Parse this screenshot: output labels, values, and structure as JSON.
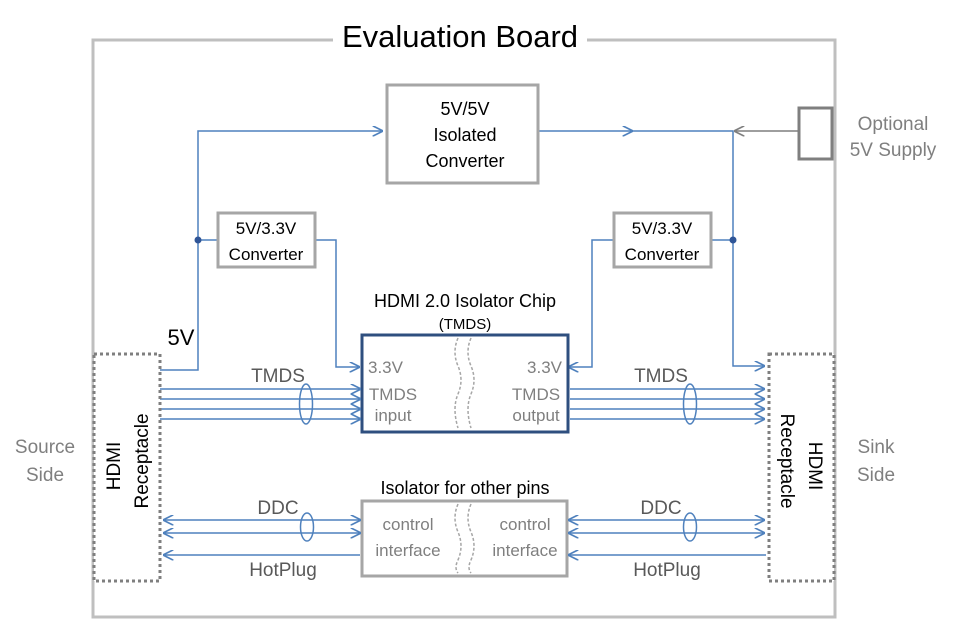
{
  "board": {
    "title": "Evaluation Board"
  },
  "side_labels": {
    "source": [
      "Source",
      "Side"
    ],
    "sink": [
      "Sink",
      "Side"
    ],
    "optional_supply": [
      "Optional",
      "5V Supply"
    ]
  },
  "blocks": {
    "iso_converter": [
      "5V/5V",
      "Isolated",
      "Converter"
    ],
    "conv_left": [
      "5V/3.3V",
      "Converter"
    ],
    "conv_right": [
      "5V/3.3V",
      "Converter"
    ],
    "hdmi_chip": {
      "title": "HDMI 2.0 Isolator Chip",
      "subtitle": "(TMDS)",
      "left_voltage": "3.3V",
      "left_func": [
        "TMDS",
        "input"
      ],
      "right_voltage": "3.3V",
      "right_func": [
        "TMDS",
        "output"
      ]
    },
    "other_iso": {
      "title": "Isolator for other pins",
      "left": [
        "control",
        "interface"
      ],
      "right": [
        "control",
        "interface"
      ]
    },
    "receptacle_left": [
      "HDMI",
      "Receptacle"
    ],
    "receptacle_right": [
      "HDMI",
      "Receptacle"
    ]
  },
  "signals": {
    "five_v": "5V",
    "tmds_left": "TMDS",
    "tmds_right": "TMDS",
    "ddc_left": "DDC",
    "ddc_right": "DDC",
    "hotplug_left": "HotPlug",
    "hotplug_right": "HotPlug"
  },
  "colors": {
    "line_blue": "#4f81bd",
    "box_gray": "#a6a6a6",
    "chip_border": "#2f4f7f",
    "text_gray": "#7f7f7f",
    "text_dark": "#000000"
  }
}
